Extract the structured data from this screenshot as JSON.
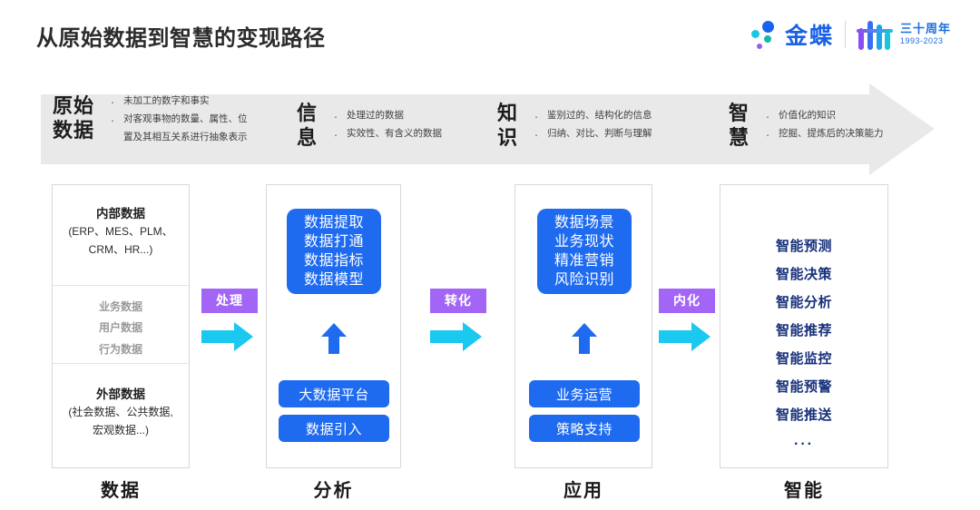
{
  "page_title": "从原始数据到智慧的变现路径",
  "logo": {
    "brand": "金蝶",
    "anniversary": "三十周年",
    "years": "1993-2023",
    "dot_colors": [
      "#1a62f0",
      "#18c7e0",
      "#13b7b0",
      "#9a5cf0"
    ]
  },
  "banner": {
    "stages": [
      {
        "word": "原始\n数据",
        "bullets": [
          "未加工的数字和事实",
          "对客观事物的数量、属性、位",
          "置及其相互关系进行抽象表示"
        ],
        "bullet_marks": [
          "·",
          "·",
          ""
        ]
      },
      {
        "word": "信\n息",
        "bullets": [
          "处理过的数据",
          "实效性、有含义的数据"
        ],
        "bullet_marks": [
          "·",
          "·"
        ]
      },
      {
        "word": "知\n识",
        "bullets": [
          "鉴别过的、结构化的信息",
          "归纳、对比、判断与理解"
        ],
        "bullet_marks": [
          "·",
          "·"
        ]
      },
      {
        "word": "智\n慧",
        "bullets": [
          "价值化的知识",
          "挖掘、提炼后的决策能力"
        ],
        "bullet_marks": [
          "·",
          "·"
        ]
      }
    ],
    "background": "#e9e9e9"
  },
  "columns": [
    {
      "footer": "数据",
      "segments": [
        {
          "title": "内部数据",
          "lines": [
            "(ERP、MES、PLM、",
            "CRM、HR...)"
          ]
        },
        {
          "gray_lines": [
            "业务数据",
            "用户数据",
            "行为数据"
          ]
        },
        {
          "title": "外部数据",
          "lines": [
            "(社会数据、公共数据,",
            "宏观数据...)"
          ]
        }
      ]
    },
    {
      "footer": "分析",
      "blue_box": [
        "数据提取",
        "数据打通",
        "数据指标",
        "数据模型"
      ],
      "pills": [
        "大数据平台",
        "数据引入"
      ]
    },
    {
      "footer": "应用",
      "blue_box": [
        "数据场景",
        "业务现状",
        "精准营销",
        "风险识别"
      ],
      "pills": [
        "业务运营",
        "策略支持"
      ]
    },
    {
      "footer": "智能",
      "smart_items": [
        "智能预测",
        "智能决策",
        "智能分析",
        "智能推荐",
        "智能监控",
        "智能预警",
        "智能推送"
      ],
      "ellipsis": "···"
    }
  ],
  "connectors": [
    {
      "label": "处理"
    },
    {
      "label": "转化"
    },
    {
      "label": "内化"
    }
  ],
  "colors": {
    "blue": "#1f6bf0",
    "purple": "#a365f5",
    "cyan": "#1ac8f0",
    "navy": "#16307a",
    "banner_gray": "#e9e9e9"
  }
}
